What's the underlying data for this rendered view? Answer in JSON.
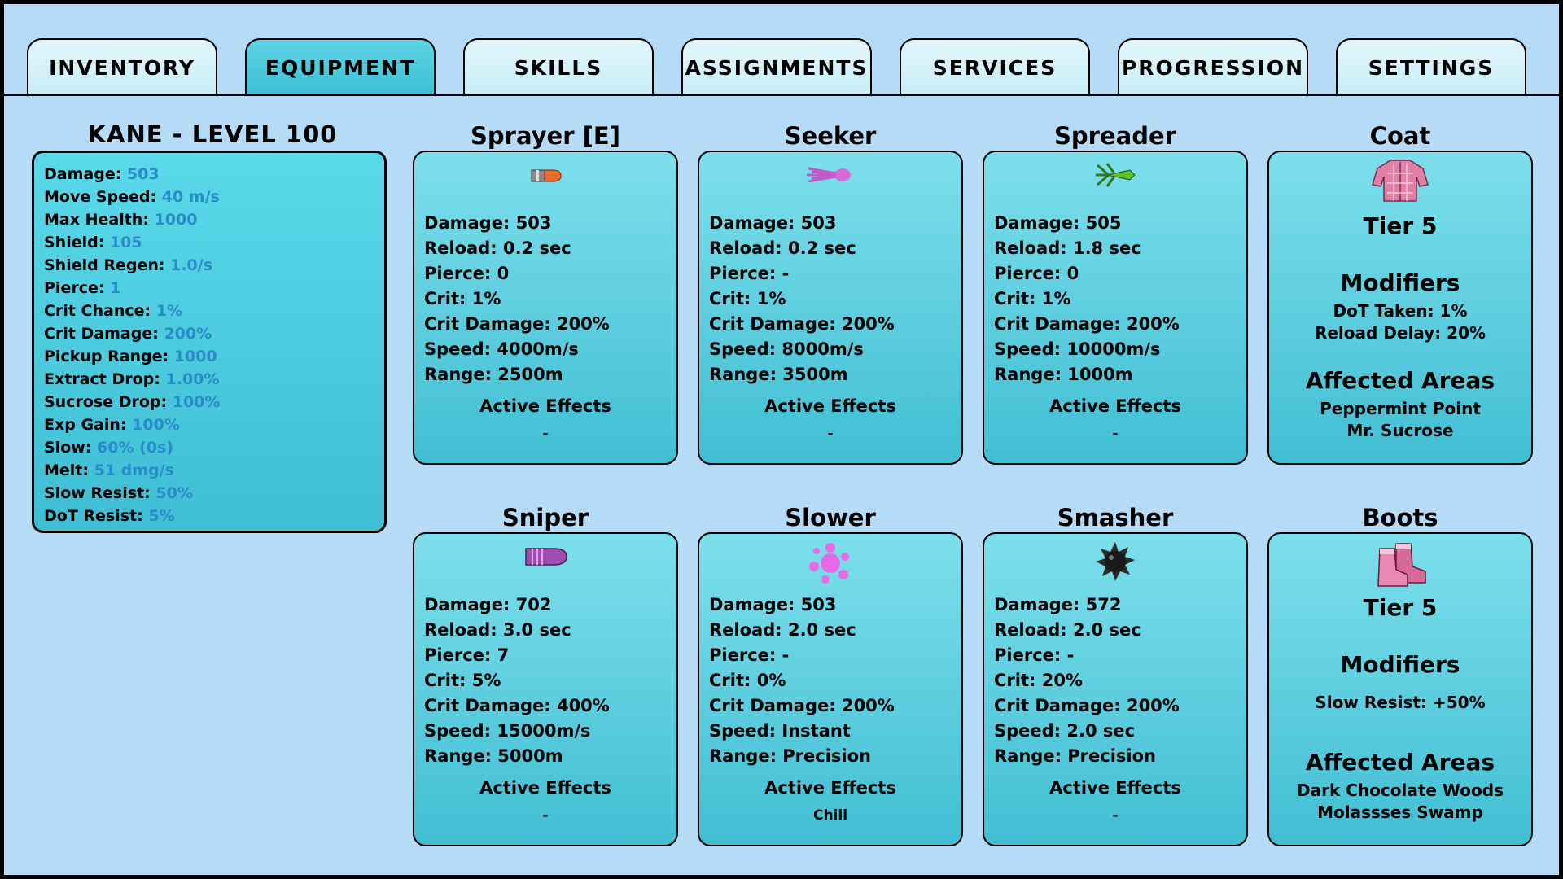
{
  "tabs": [
    "INVENTORY",
    "EQUIPMENT",
    "SKILLS",
    "ASSIGNMENTS",
    "SERVICES",
    "PROGRESSION",
    "SETTINGS"
  ],
  "active_tab": "EQUIPMENT",
  "character": {
    "title": "KANE - LEVEL 100",
    "stats": [
      {
        "label": "Damage:",
        "value": "503"
      },
      {
        "label": "Move Speed:",
        "value": "40 m/s"
      },
      {
        "label": "Max Health:",
        "value": "1000"
      },
      {
        "label": "Shield:",
        "value": "105"
      },
      {
        "label": "Shield Regen:",
        "value": "1.0/s"
      },
      {
        "label": "Pierce:",
        "value": "1"
      },
      {
        "label": "Crit Chance:",
        "value": "1%"
      },
      {
        "label": "Crit Damage:",
        "value": "200%"
      },
      {
        "label": "Pickup Range:",
        "value": "1000"
      },
      {
        "label": "Extract Drop:",
        "value": "1.00%"
      },
      {
        "label": "Sucrose Drop:",
        "value": "100%"
      },
      {
        "label": "Exp Gain:",
        "value": "100%"
      },
      {
        "label": "Slow:",
        "value": "60% (0s)"
      },
      {
        "label": "Melt:",
        "value": "51 dmg/s"
      },
      {
        "label": "Slow Resist:",
        "value": "50%"
      },
      {
        "label": "DoT Resist:",
        "value": "5%"
      }
    ]
  },
  "weapons_top": [
    {
      "name": "Sprayer [E]",
      "icon": "bullet-icon",
      "stats": [
        "Damage: 503",
        "Reload: 0.2 sec",
        "Pierce: 0",
        "Crit: 1%",
        "Crit Damage: 200%",
        "Speed: 4000m/s",
        "Range: 2500m"
      ],
      "effects_label": "Active Effects",
      "effects": "-"
    },
    {
      "name": "Seeker",
      "icon": "squid-projectile-icon",
      "stats": [
        "Damage: 503",
        "Reload: 0.2 sec",
        "Pierce: -",
        "Crit: 1%",
        "Crit Damage: 200%",
        "Speed: 8000m/s",
        "Range: 3500m"
      ],
      "effects_label": "Active Effects",
      "effects": "-"
    },
    {
      "name": "Spreader",
      "icon": "spiky-projectile-icon",
      "stats": [
        "Damage: 505",
        "Reload: 1.8 sec",
        "Pierce: 0",
        "Crit: 1%",
        "Crit Damage: 200%",
        "Speed: 10000m/s",
        "Range: 1000m"
      ],
      "effects_label": "Active Effects",
      "effects": "-"
    }
  ],
  "weapons_bottom": [
    {
      "name": "Sniper",
      "icon": "sniper-round-icon",
      "stats": [
        "Damage: 702",
        "Reload: 3.0 sec",
        "Pierce: 7",
        "Crit: 5%",
        "Crit Damage: 400%",
        "Speed: 15000m/s",
        "Range: 5000m"
      ],
      "effects_label": "Active Effects",
      "effects": "-"
    },
    {
      "name": "Slower",
      "icon": "splat-icon",
      "stats": [
        "Damage: 503",
        "Reload: 2.0 sec",
        "Pierce: -",
        "Crit: 0%",
        "Crit Damage: 200%",
        "Speed: Instant",
        "Range: Precision"
      ],
      "effects_label": "Active Effects",
      "effects": "Chill"
    },
    {
      "name": "Smasher",
      "icon": "spiked-ball-icon",
      "stats": [
        "Damage: 572",
        "Reload: 2.0 sec",
        "Pierce: -",
        "Crit: 20%",
        "Crit Damage: 200%",
        "Speed: 2.0 sec",
        "Range: Precision"
      ],
      "effects_label": "Active Effects",
      "effects": "-"
    }
  ],
  "armor": [
    {
      "name": "Coat",
      "icon": "coat-icon",
      "tier": "Tier 5",
      "modifiers_label": "Modifiers",
      "modifiers": [
        "DoT Taken: 1%",
        "Reload Delay: 20%"
      ],
      "areas_label": "Affected Areas",
      "areas": [
        "Peppermint Point",
        "Mr. Sucrose"
      ]
    },
    {
      "name": "Boots",
      "icon": "boots-icon",
      "tier": "Tier 5",
      "modifiers_label": "Modifiers",
      "modifiers": [
        "Slow Resist: +50%"
      ],
      "areas_label": "Affected Areas",
      "areas": [
        "Dark Chocolate Woods",
        "Molassses Swamp"
      ]
    }
  ],
  "colors": {
    "background": "#b6dbf7",
    "panel": "#41bed3",
    "stat_value": "#2a8bc9",
    "active_tab": "#4fc9dc"
  }
}
